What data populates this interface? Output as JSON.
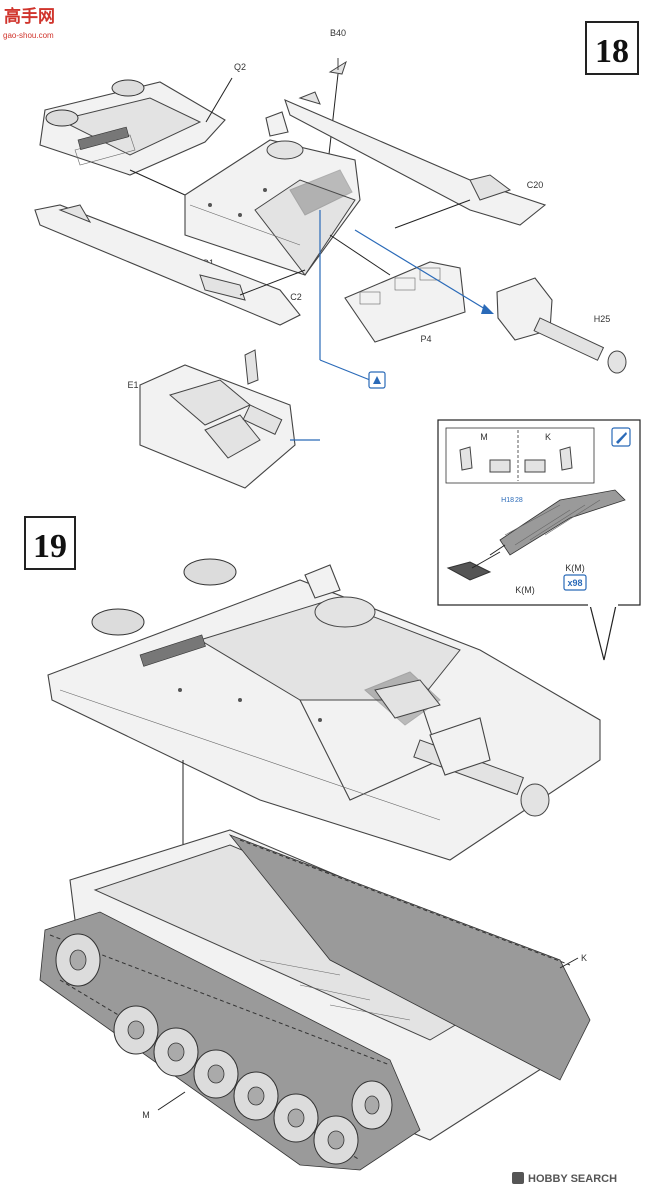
{
  "watermark_top": {
    "title": "高手网",
    "url": "gao-shou.com"
  },
  "watermark_bottom": "HOBBY SEARCH",
  "steps": [
    {
      "number": "18"
    },
    {
      "number": "19"
    }
  ],
  "step18_labels": {
    "b40": "B40",
    "q2": "Q2",
    "q1": "Q1",
    "c20": "C20",
    "c2": "C2",
    "p4": "P4",
    "h25": "H25",
    "e1": "E1"
  },
  "callout": {
    "m": "M",
    "k": "K",
    "h_ref": "H",
    "h_ref_num": "18",
    "h_ref_num2": "28",
    "km_upper": "K(M)",
    "km_lower": "K(M)",
    "quantity": "x98"
  },
  "step19_labels": {
    "k": "K",
    "m": "M"
  },
  "colors": {
    "accent_blue": "#2a6ab8",
    "watermark_red": "#d0342c"
  }
}
